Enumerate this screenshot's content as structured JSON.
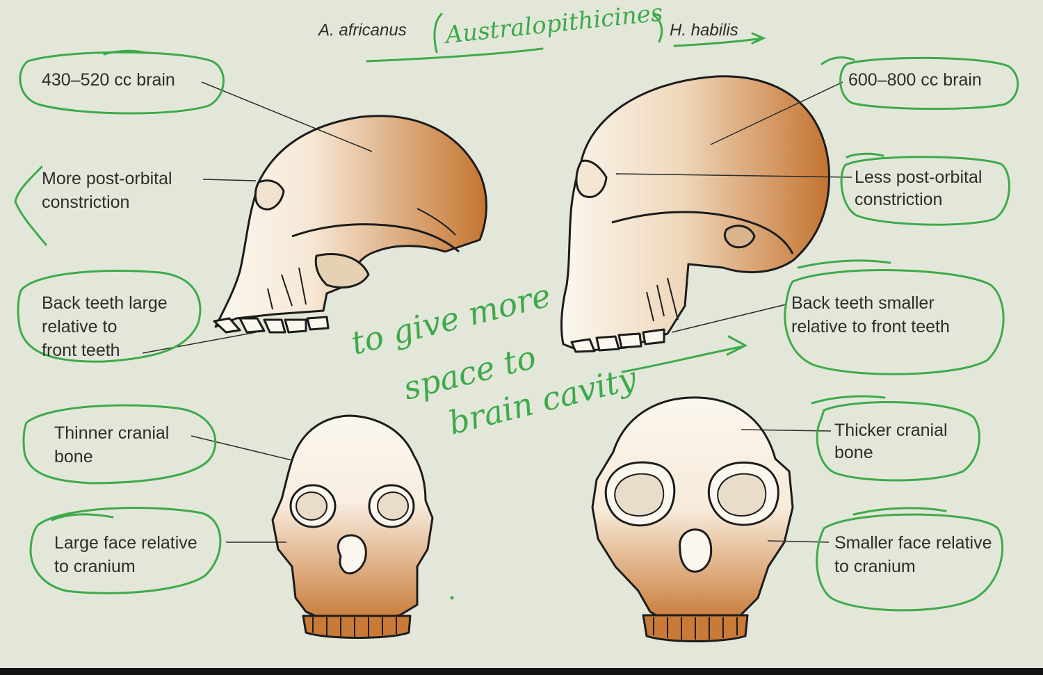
{
  "header": {
    "left_species": "A. africanus",
    "right_species": "H. habilis",
    "handwritten_group": "Australopithicines"
  },
  "left_labels": {
    "brain": [
      "430–520 cc brain"
    ],
    "orbital": [
      "More post-orbital",
      "constriction"
    ],
    "teeth": [
      "Back teeth large",
      "relative to",
      "front teeth"
    ],
    "bone": [
      "Thinner cranial",
      "bone"
    ],
    "face": [
      "Large face relative",
      "to cranium"
    ]
  },
  "right_labels": {
    "brain": [
      "600–800 cc brain"
    ],
    "orbital": [
      "Less post-orbital",
      "constriction"
    ],
    "teeth": [
      "Back teeth smaller",
      "relative to front teeth"
    ],
    "bone": [
      "Thicker cranial",
      "bone"
    ],
    "face": [
      "Smaller face relative",
      "to cranium"
    ]
  },
  "handwritten_note": [
    "to give more",
    "space to",
    "brain cavity"
  ],
  "colors": {
    "background": "#e3e7d9",
    "ink": "#3daa4a",
    "bone_orange": "#c97a36",
    "bone_white": "#fbf7ef",
    "text": "#2d2d2d"
  }
}
